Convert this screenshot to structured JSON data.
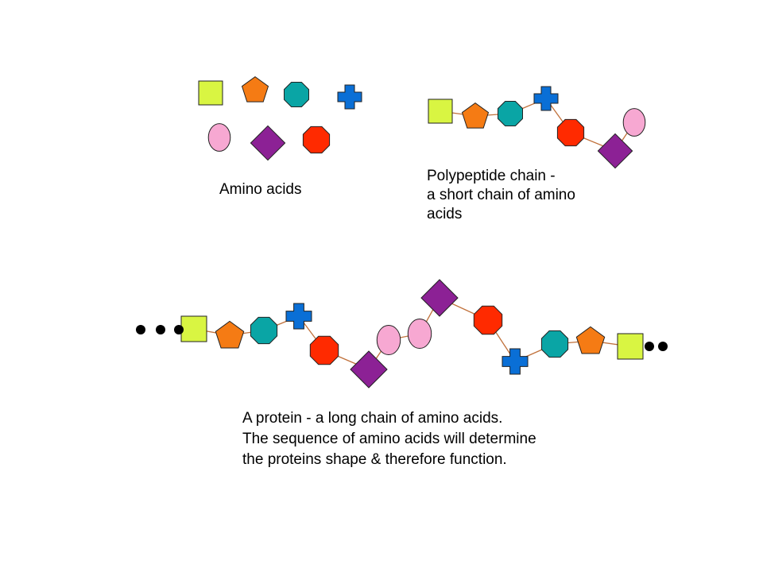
{
  "colors": {
    "background": "#ffffff",
    "chain_link": "#c0703a",
    "outline": "#222222",
    "dot": "#000000"
  },
  "shape_styles": {
    "square": {
      "fill": "#d9f542",
      "name": "square-shape"
    },
    "pentagon": {
      "fill": "#f57b14",
      "name": "pentagon-shape"
    },
    "octagon": {
      "fill": "#0aa5a5",
      "name": "octagon-shape"
    },
    "cross": {
      "fill": "#0a6fd6",
      "name": "cross-shape"
    },
    "ellipse": {
      "fill": "#f7a8d2",
      "name": "ellipse-shape"
    },
    "diamond": {
      "fill": "#8c2195",
      "name": "diamond-shape"
    },
    "redoct": {
      "fill": "#ff2a00",
      "name": "red-octagon-shape"
    }
  },
  "sections": {
    "amino_acids": {
      "caption": "Amino acids",
      "shapes": [
        "square",
        "pentagon",
        "octagon",
        "cross",
        "ellipse",
        "diamond",
        "redoct"
      ]
    },
    "polypeptide": {
      "caption": "Polypeptide chain -\na short chain of amino\nacids",
      "chain": [
        "square",
        "pentagon",
        "octagon",
        "cross",
        "redoct",
        "diamond",
        "ellipse"
      ]
    },
    "protein": {
      "caption": "A protein - a long chain of amino acids.\nThe sequence of amino acids will determine\nthe proteins shape & therefore function.",
      "chain": [
        "square",
        "pentagon",
        "octagon",
        "cross",
        "redoct",
        "diamond",
        "ellipse",
        "ellipse",
        "diamond",
        "redoct",
        "cross",
        "octagon",
        "pentagon",
        "square"
      ],
      "leading_dots": 3,
      "trailing_dots": 2
    }
  }
}
